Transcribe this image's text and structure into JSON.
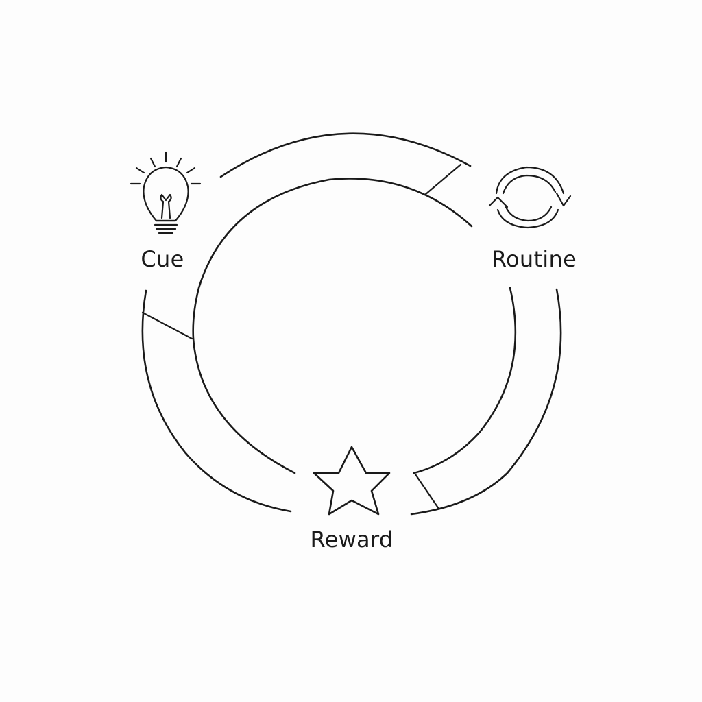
{
  "diagram": {
    "stages": [
      {
        "id": "cue",
        "label": "Cue",
        "icon": "lightbulb-icon"
      },
      {
        "id": "routine",
        "label": "Routine",
        "icon": "cycle-arrows-icon"
      },
      {
        "id": "reward",
        "label": "Reward",
        "icon": "star-icon"
      }
    ],
    "colors": {
      "line": "#1a1a1a",
      "background": "#fdfdfd"
    }
  }
}
